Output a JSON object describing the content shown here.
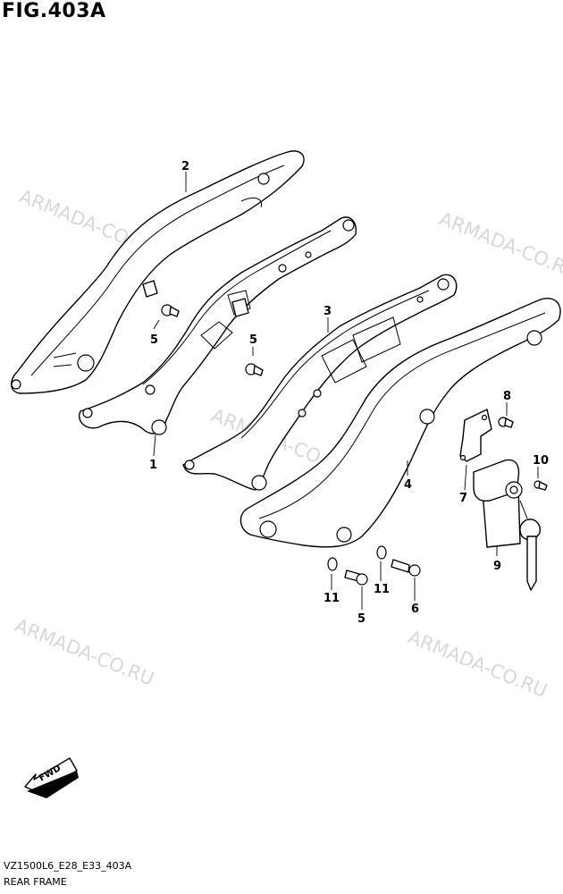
{
  "figure": {
    "title": "FIG.403A",
    "code": "VZ1500L6_E28_E33_403A",
    "name": "REAR FRAME"
  },
  "watermark": "ARMADA-CO.RU",
  "fwd_label": "FWD",
  "callouts": [
    "2",
    "5",
    "5",
    "3",
    "1",
    "8",
    "7",
    "10",
    "4",
    "9",
    "11",
    "11",
    "5",
    "6"
  ]
}
